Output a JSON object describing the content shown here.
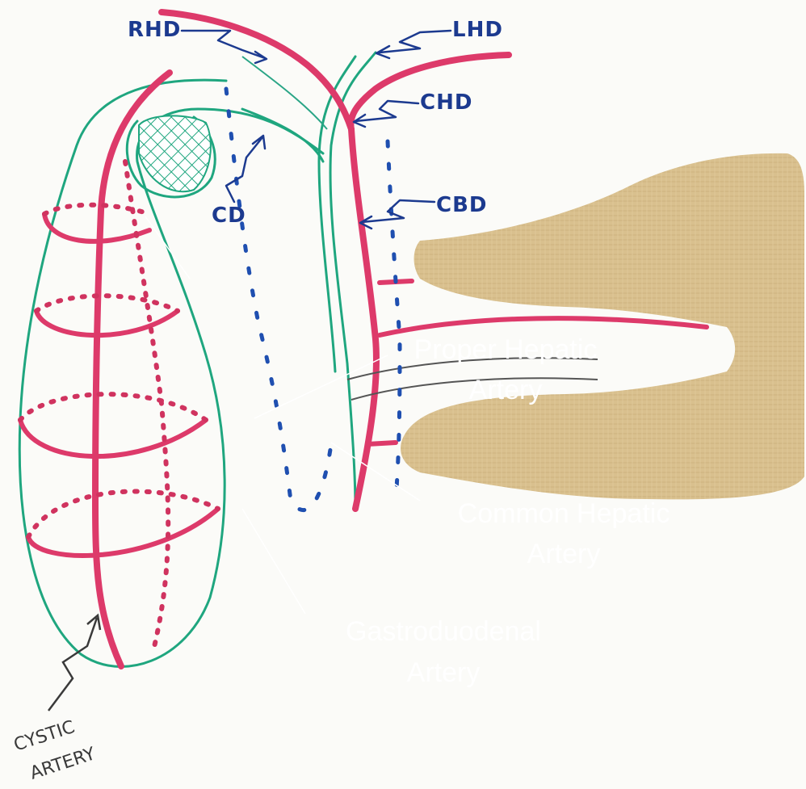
{
  "labels": {
    "rhd": "RHD",
    "lhd": "LHD",
    "chd": "CHD",
    "cd": "CD",
    "cbd": "CBD",
    "cystic_artery_line1": "CYSTIC",
    "cystic_artery_line2": "ARTERY",
    "proper_hepatic_line1": "Proper Hepatic",
    "proper_hepatic_line2": "Artery",
    "common_hepatic_line1": "Common Hepatic",
    "common_hepatic_line2": "Artery",
    "gastroduodenal_line1": "Gastroduodenal",
    "gastroduodenal_line2": "Artery"
  },
  "colors": {
    "artery": "#dd3a6a",
    "duct": "#1fa67f",
    "handwriting": "#1c3a8f",
    "parchment": "#d9c08e",
    "typed_label": "#ffffff"
  }
}
